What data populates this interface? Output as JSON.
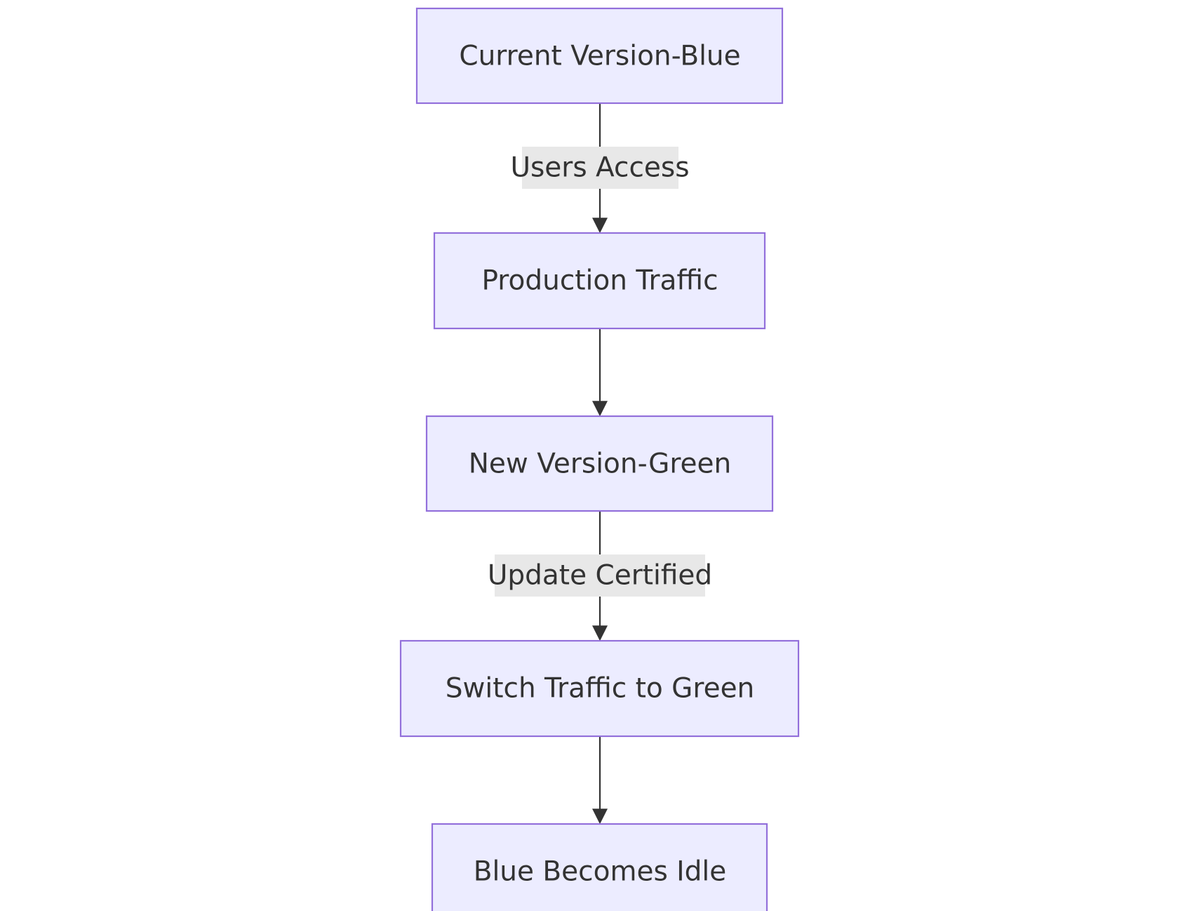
{
  "diagram": {
    "nodes": [
      {
        "id": "blue",
        "label": "Current Version-Blue"
      },
      {
        "id": "traffic",
        "label": "Production Traffic"
      },
      {
        "id": "green",
        "label": "New Version-Green"
      },
      {
        "id": "switch",
        "label": "Switch Traffic to Green"
      },
      {
        "id": "idle",
        "label": "Blue Becomes Idle"
      }
    ],
    "edges": [
      {
        "from": "blue",
        "to": "traffic",
        "label": "Users Access"
      },
      {
        "from": "traffic",
        "to": "green",
        "label": ""
      },
      {
        "from": "green",
        "to": "switch",
        "label": "Update Certified"
      },
      {
        "from": "switch",
        "to": "idle",
        "label": ""
      }
    ]
  },
  "colors": {
    "node_fill": "#ECECFF",
    "node_stroke": "#9370DB",
    "edge": "#333333",
    "edge_label_bg": "#E8E8E8",
    "text": "#333333"
  }
}
